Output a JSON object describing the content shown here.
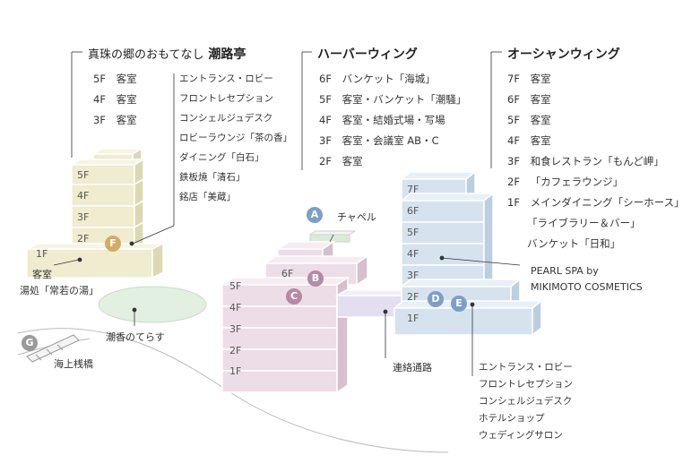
{
  "shiojitei": {
    "title_prefix": "真珠の郷のおもてなし",
    "title_name": "潮路亭",
    "floors": [
      {
        "floor": "5F",
        "desc": "客室"
      },
      {
        "floor": "4F",
        "desc": "客室"
      },
      {
        "floor": "3F",
        "desc": "客室"
      }
    ],
    "facilities": [
      "エントランス・ロビー",
      "フロントレセプション",
      "コンシェルジュデスク",
      "ロビーラウンジ「茶の香」",
      "ダイニング「白石」",
      "鉄板焼「清石」",
      "銘店「美蔵」"
    ],
    "building_floors": [
      "5F",
      "4F",
      "3F",
      "2F",
      "1F"
    ],
    "first_floor_desc": [
      "客室",
      "湯処「常若の湯」"
    ]
  },
  "harbor": {
    "title": "ハーバーウィング",
    "floors": [
      {
        "floor": "6F",
        "desc": "バンケット「海城」"
      },
      {
        "floor": "5F",
        "desc": "客室・バンケット「潮騒」"
      },
      {
        "floor": "4F",
        "desc": "客室・結婚式場・写場"
      },
      {
        "floor": "3F",
        "desc": "客室・会議室 AB・C"
      },
      {
        "floor": "2F",
        "desc": "客室"
      }
    ],
    "building_floors": [
      "6F",
      "5F",
      "4F",
      "3F",
      "2F",
      "1F"
    ]
  },
  "ocean": {
    "title": "オーシャンウィング",
    "floors": [
      {
        "floor": "7F",
        "desc": "客室"
      },
      {
        "floor": "6F",
        "desc": "客室"
      },
      {
        "floor": "5F",
        "desc": "客室"
      },
      {
        "floor": "4F",
        "desc": "客室"
      },
      {
        "floor": "3F",
        "desc": "和食レストラン「もんど岬」"
      },
      {
        "floor": "2F",
        "desc": "「カフェラウンジ」"
      },
      {
        "floor": "1F",
        "desc": "メインダイニング「シーホース」"
      }
    ],
    "extra_lines": [
      "「ライブラリー＆バー」",
      "バンケット「日和」"
    ],
    "building_floors": [
      "7F",
      "6F",
      "5F",
      "4F",
      "3F",
      "2F",
      "1F"
    ],
    "spa": [
      "PEARL SPA by",
      "MIKIMOTO COSMETICS"
    ],
    "first_floor_facilities": [
      "エントランス・ロビー",
      "フロントレセプション",
      "コンシェルジュデスク",
      "ホテルショップ",
      "ウェディングサロン"
    ]
  },
  "labels": {
    "chapel": "チャペル",
    "corridor": "連絡通路",
    "garden": "潮香のてらす",
    "pier": "海上桟橋"
  },
  "badges": {
    "a": "A",
    "b": "B",
    "c": "C",
    "d": "D",
    "e": "E",
    "f": "F",
    "g": "G"
  },
  "colors": {
    "shiojitei": "#efeccf",
    "harbor": "#ecdde6",
    "ocean": "#d6e3ef",
    "corridor": "#e3dff0",
    "chapel_roof": "#d8ecd8",
    "garden": "#e1f0e1",
    "badge_purple": "#b58aa6",
    "badge_blue": "#7d9fc6",
    "badge_gold": "#cfae63",
    "badge_gray": "#9a9a9a"
  }
}
